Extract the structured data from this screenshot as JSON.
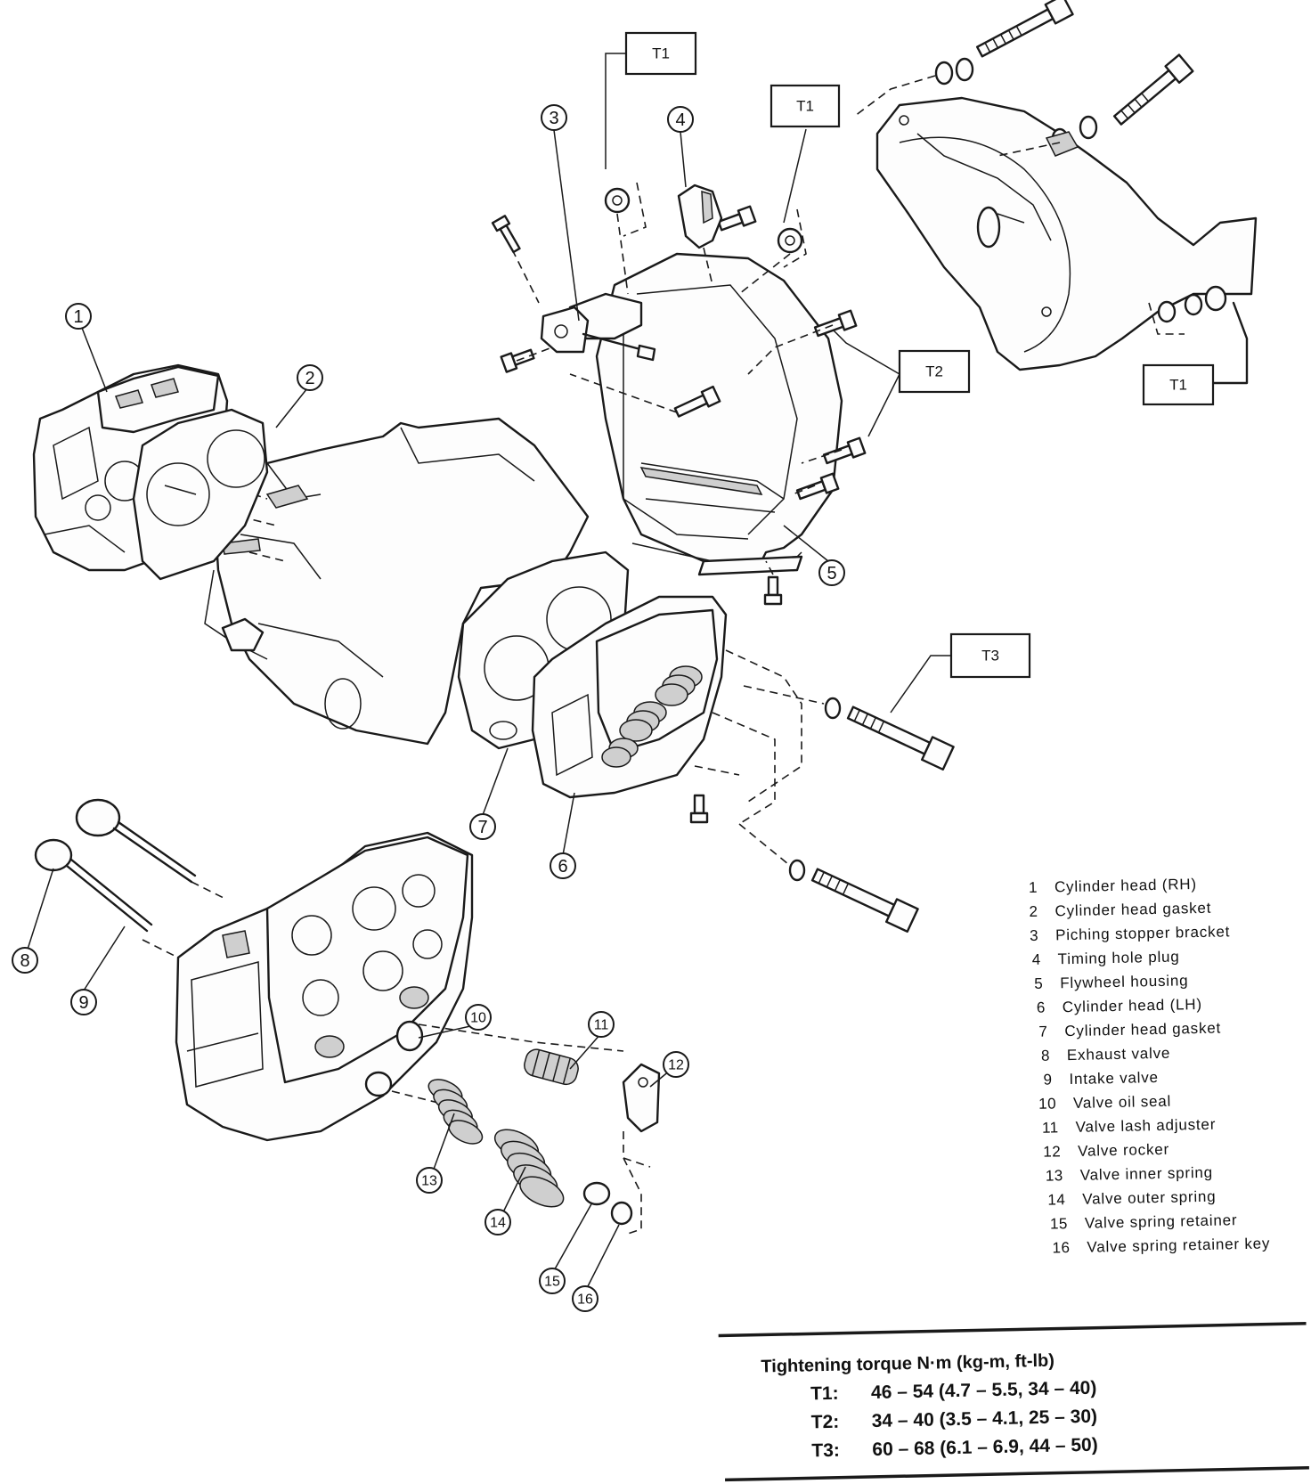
{
  "callouts": [
    {
      "num": "1"
    },
    {
      "num": "2"
    },
    {
      "num": "3"
    },
    {
      "num": "4"
    },
    {
      "num": "5"
    },
    {
      "num": "6"
    },
    {
      "num": "7"
    },
    {
      "num": "8"
    },
    {
      "num": "9"
    },
    {
      "num": "10"
    },
    {
      "num": "11"
    },
    {
      "num": "12"
    },
    {
      "num": "13"
    },
    {
      "num": "14"
    },
    {
      "num": "15"
    },
    {
      "num": "16"
    }
  ],
  "torque_tags": [
    {
      "label": "T1"
    },
    {
      "label": "T1"
    },
    {
      "label": "T1"
    },
    {
      "label": "T2"
    },
    {
      "label": "T3"
    }
  ],
  "legend": [
    {
      "num": "1",
      "name": "Cylinder head (RH)"
    },
    {
      "num": "2",
      "name": "Cylinder head gasket"
    },
    {
      "num": "3",
      "name": "Piching stopper bracket"
    },
    {
      "num": "4",
      "name": "Timing hole plug"
    },
    {
      "num": "5",
      "name": "Flywheel housing"
    },
    {
      "num": "6",
      "name": "Cylinder head (LH)"
    },
    {
      "num": "7",
      "name": "Cylinder head gasket"
    },
    {
      "num": "8",
      "name": "Exhaust valve"
    },
    {
      "num": "9",
      "name": "Intake valve"
    },
    {
      "num": "10",
      "name": "Valve oil seal"
    },
    {
      "num": "11",
      "name": "Valve lash adjuster"
    },
    {
      "num": "12",
      "name": "Valve rocker"
    },
    {
      "num": "13",
      "name": "Valve inner spring"
    },
    {
      "num": "14",
      "name": "Valve outer spring"
    },
    {
      "num": "15",
      "name": "Valve spring retainer"
    },
    {
      "num": "16",
      "name": "Valve spring retainer key"
    }
  ],
  "torque_table": {
    "title": "Tightening torque  N·m (kg-m, ft-lb)",
    "rows": [
      {
        "label": "T1:",
        "value": "46 – 54 (4.7 – 5.5, 34 – 40)"
      },
      {
        "label": "T2:",
        "value": "34 – 40 (3.5 – 4.1, 25 – 30)"
      },
      {
        "label": "T3:",
        "value": "60 – 68 (6.1 – 6.9, 44 – 50)"
      }
    ]
  }
}
